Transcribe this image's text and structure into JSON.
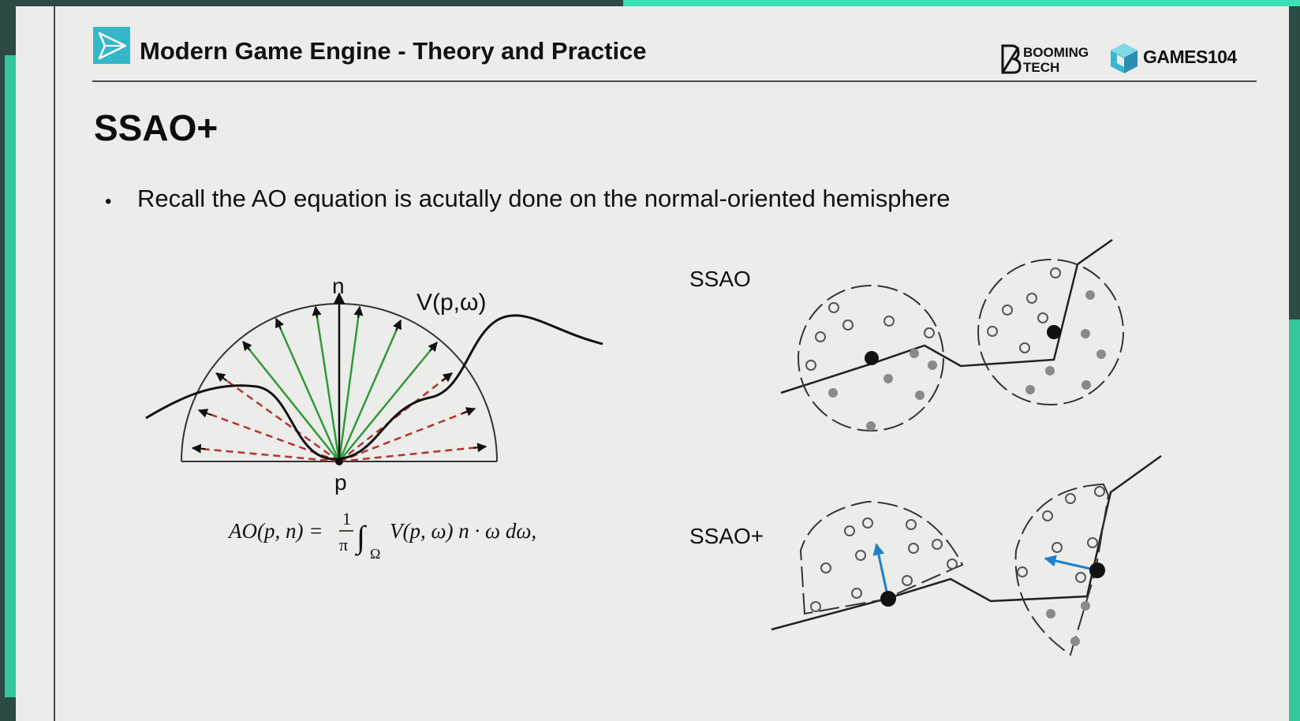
{
  "header": {
    "title": "Modern Game Engine - Theory and Practice",
    "brand_booming_line1": "BOOMING",
    "brand_booming_line2": "TECH",
    "brand_games": "GAMES104"
  },
  "slide": {
    "title": "SSAO+",
    "bullets": [
      "Recall the AO equation is acutally done on the normal-oriented hemisphere"
    ]
  },
  "hemisphere_figure": {
    "normal_label": "n",
    "visibility_label": "V(p,ω)",
    "point_label": "p",
    "equation": {
      "lhs": "AO(p, n) =",
      "frac_num": "1",
      "frac_den": "π",
      "integral": "∫",
      "domain": "Ω",
      "integrand": "V(p, ω) n · ω dω,"
    },
    "colors": {
      "visible_ray": "#2f9a36",
      "occluded_ray": "#b2332f"
    }
  },
  "comparison_figure": {
    "ssao_label": "SSAO",
    "ssao_plus_label": "SSAO+",
    "colors": {
      "normal_vector": "#1f7fc9",
      "occluded_sample": "#8a8a8a"
    }
  }
}
